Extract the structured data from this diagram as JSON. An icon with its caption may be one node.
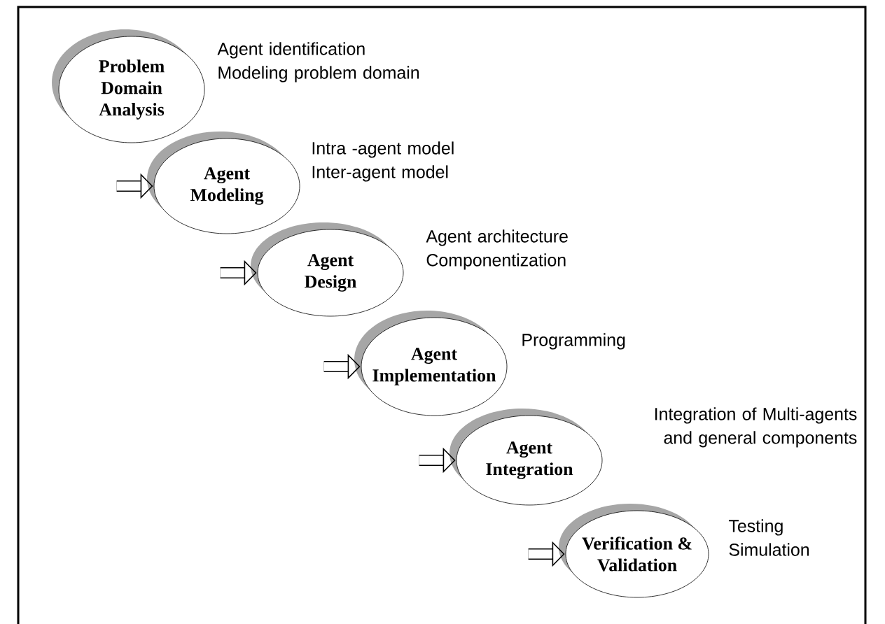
{
  "diagram": {
    "nodes": [
      {
        "text": [
          "Problem Domain Analysis"
        ],
        "beside": [
          "Agent identification",
          "Modeling problem domain"
        ]
      },
      {
        "text": [
          "Agent Modeling"
        ],
        "beside": [
          "Intra -agent model",
          "Inter-agent model"
        ]
      },
      {
        "text": [
          "Agent Design"
        ],
        "beside": [
          "Agent architecture",
          "Componentization"
        ]
      },
      {
        "text": [
          "Agent Implementation"
        ],
        "beside": [
          "Programming"
        ]
      },
      {
        "text": [
          "Agent Integration"
        ],
        "beside": [
          "Integration of Multi-agents and general components"
        ]
      },
      {
        "text": [
          "Verification & Validation"
        ],
        "beside": [
          "Testing",
          "Simulation"
        ]
      }
    ],
    "edges": [
      {
        "from": null,
        "to": 1,
        "arrow": "to"
      },
      {
        "from": null,
        "to": 2,
        "arrow": "to"
      },
      {
        "from": null,
        "to": 3,
        "arrow": "to"
      },
      {
        "from": null,
        "to": 4,
        "arrow": "to"
      },
      {
        "from": null,
        "to": 5,
        "arrow": "to"
      }
    ]
  }
}
